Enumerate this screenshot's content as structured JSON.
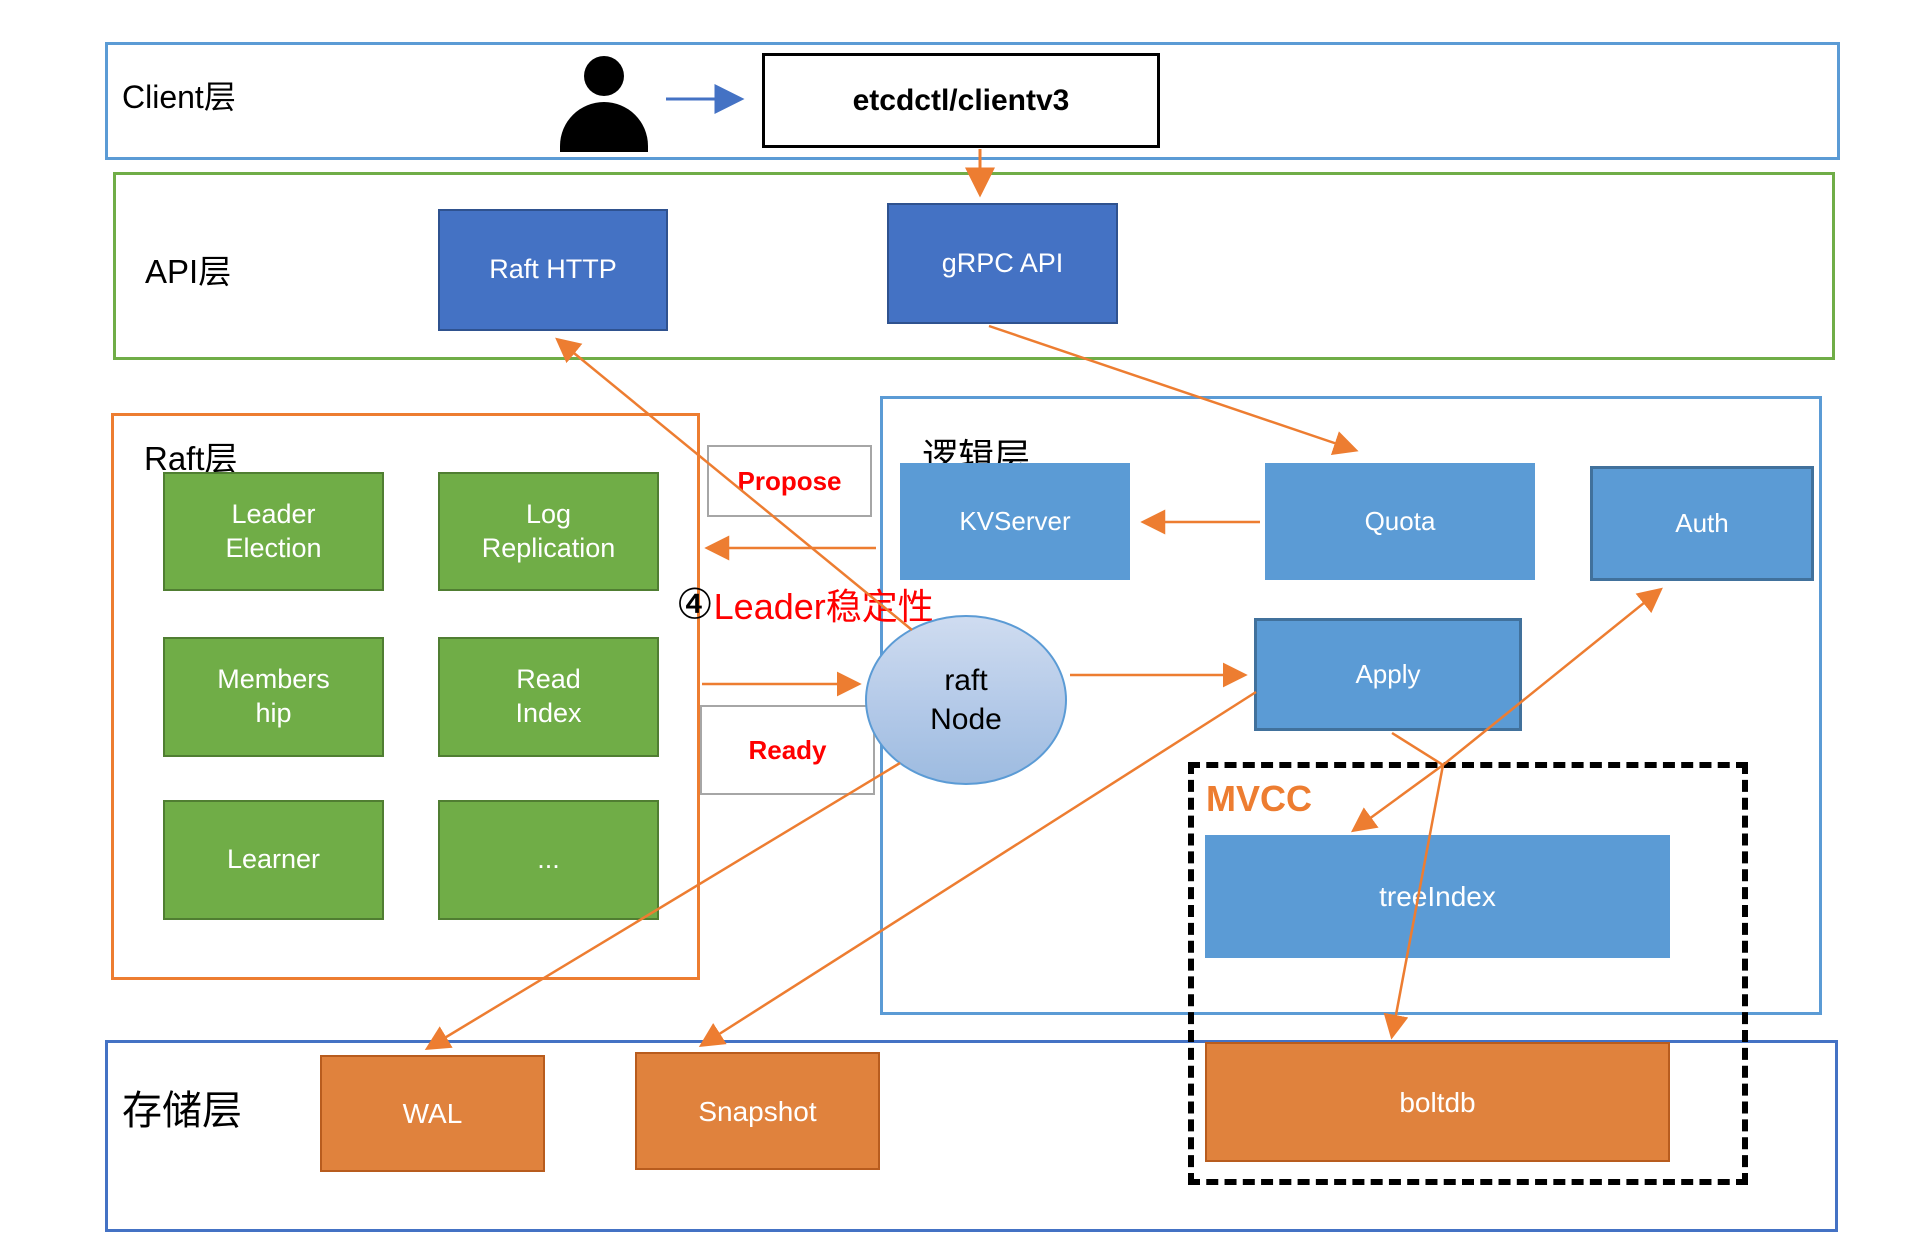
{
  "colors": {
    "client_border": "#5B9BD5",
    "api_border": "#70AD47",
    "raft_border": "#ED7D31",
    "logic_border": "#5B9BD5",
    "storage_border": "#4472C4",
    "dark_blue_box": "#4472C4",
    "mid_blue_box": "#5B9BD5",
    "green_box": "#70AD47",
    "orange_box": "#E0823D",
    "arrow": "#ED7D31",
    "client_arrow": "#4472C4",
    "red_text": "#FF0000",
    "mvcc_text": "#ED7D31"
  },
  "layers": {
    "client": {
      "label": "Client层"
    },
    "api": {
      "label": "API层"
    },
    "raft": {
      "label": "Raft层"
    },
    "logic": {
      "label": "逻辑层"
    },
    "storage": {
      "label": "存储层"
    }
  },
  "client": {
    "etcdctl": "etcdctl/clientv3"
  },
  "api": {
    "raft_http": "Raft HTTP",
    "grpc_api": "gRPC API"
  },
  "raft": {
    "boxes": [
      {
        "line1": "Leader",
        "line2": "Election"
      },
      {
        "line1": "Log",
        "line2": "Replication"
      },
      {
        "line1": "Members",
        "line2": "hip"
      },
      {
        "line1": "Read",
        "line2": "Index"
      },
      {
        "line1": "Learner",
        "line2": ""
      },
      {
        "line1": "...",
        "line2": ""
      }
    ]
  },
  "middle": {
    "propose": "Propose",
    "ready": "Ready",
    "annotation_num": "④",
    "annotation_text": "Leader稳定性"
  },
  "logic": {
    "kvserver": "KVServer",
    "quota": "Quota",
    "auth": "Auth",
    "apply": "Apply",
    "raft_node_line1": "raft",
    "raft_node_line2": "Node",
    "mvcc": "MVCC",
    "tree_index": "treeIndex"
  },
  "storage": {
    "wal": "WAL",
    "snapshot": "Snapshot",
    "boltdb": "boltdb"
  }
}
